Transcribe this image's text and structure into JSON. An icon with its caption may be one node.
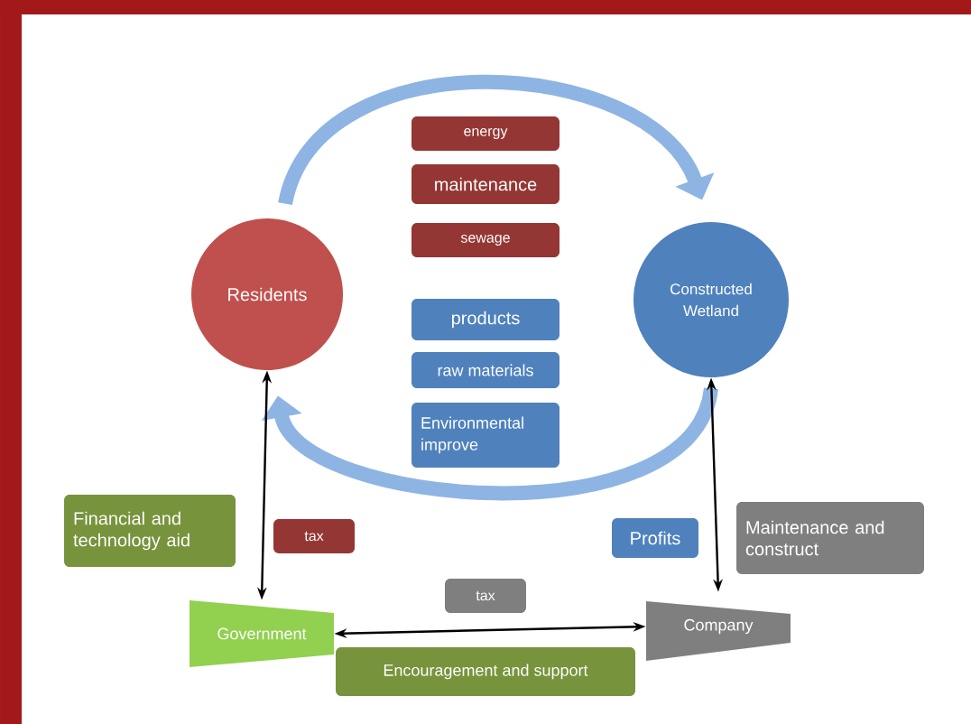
{
  "diagram": {
    "nodes": [
      {
        "text": [
          "energy"
        ]
      },
      {
        "text": [
          "maintenance"
        ]
      },
      {
        "text": [
          "sewage"
        ]
      },
      {
        "text": [
          "Residents"
        ]
      },
      {
        "text": [
          "Constructed Wetland"
        ]
      },
      {
        "text": [
          "products"
        ]
      },
      {
        "text": [
          "raw materials"
        ]
      },
      {
        "text": [
          "Environmental improve"
        ]
      },
      {
        "text": [
          "Financial and technology aid"
        ]
      },
      {
        "text": [
          "tax"
        ]
      },
      {
        "text": [
          "Profits"
        ]
      },
      {
        "text": [
          "Maintenance and construct"
        ]
      },
      {
        "text": [
          "tax"
        ]
      },
      {
        "text": [
          "Government"
        ]
      },
      {
        "text": [
          "Company"
        ]
      },
      {
        "text": [
          "Encouragement and support"
        ]
      }
    ],
    "edges": [
      {
        "from": 3,
        "to": 4,
        "arrow": "to",
        "style": "thick",
        "color": "#8eb4e3"
      },
      {
        "from": 4,
        "to": 3,
        "arrow": "to",
        "style": "thick",
        "color": "#8eb4e3"
      },
      {
        "from": 3,
        "to": 13,
        "arrow": "both"
      },
      {
        "from": 4,
        "to": 14,
        "arrow": "both"
      },
      {
        "from": 13,
        "to": 14,
        "arrow": "both"
      }
    ]
  }
}
